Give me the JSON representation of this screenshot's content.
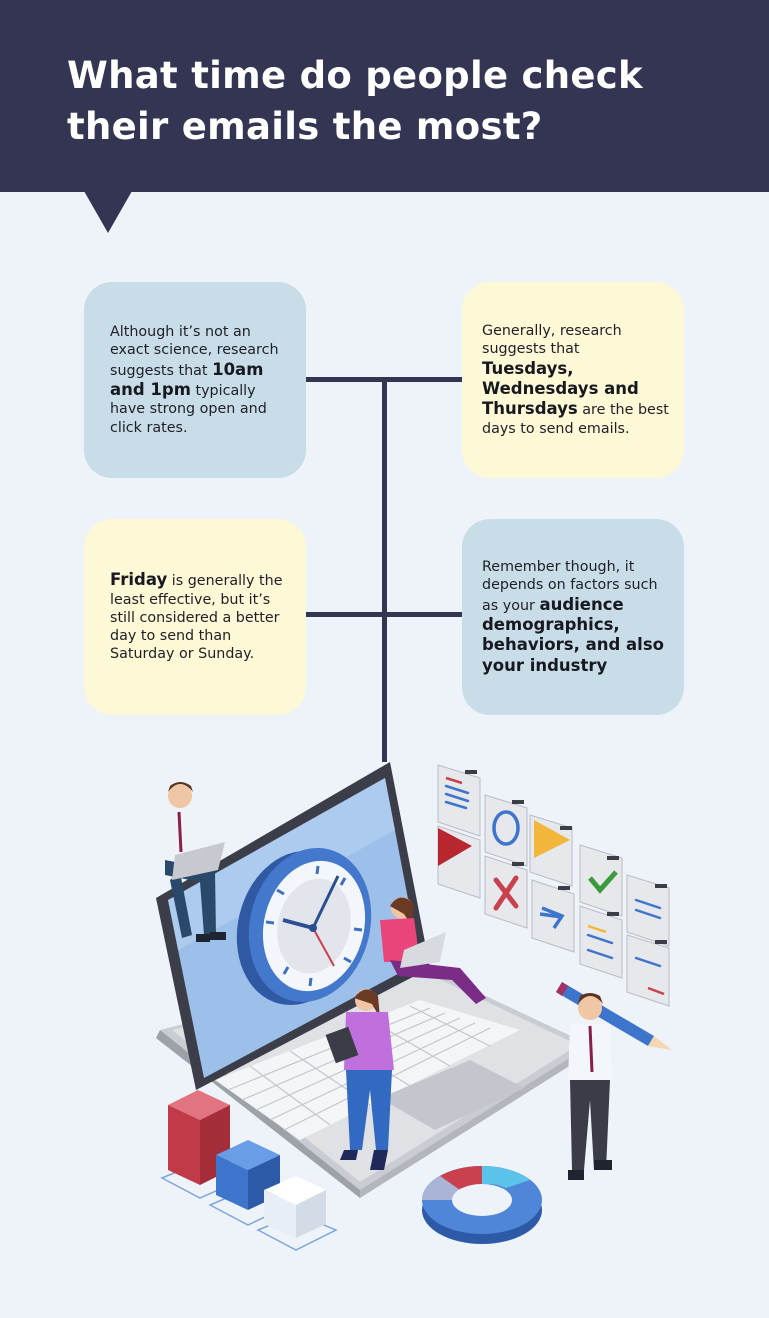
{
  "header": {
    "title": "What time do people check their emails the most?",
    "background_color": "#333552"
  },
  "cards": [
    {
      "color": "#c8dde8",
      "pre": "Although it’s not an exact science, research suggests that ",
      "bold": "10am and 1pm",
      "post": " typically have strong open and click rates."
    },
    {
      "color": "#fdf8d5",
      "pre": "Generally, research suggests that ",
      "bold": "Tuesdays, Wednesdays and Thursdays",
      "post": " are the best days to send emails."
    },
    {
      "color": "#fdf8d5",
      "pre": "",
      "bold": "Friday",
      "post": " is generally the least effective, but it’s still considered a better day to send than Saturday or Sunday."
    },
    {
      "color": "#c8dde8",
      "pre": "Remember though, it depends on factors such as your ",
      "bold": "audience demographics, behaviors, and also your industry",
      "post": ""
    }
  ],
  "illustration": {
    "icons": [
      "laptop-icon",
      "clock-icon",
      "email-tiles-icon",
      "donut-chart-icon",
      "pencil-icon",
      "bar-blocks-icon"
    ],
    "palette": {
      "laptop": "#d6d8dc",
      "screen": "#9cc0ea",
      "clock_ring": "#3f6fbf",
      "red": "#c9404e",
      "blue": "#3e75cc",
      "yellow": "#f1b63a",
      "green": "#3a9b3a"
    }
  }
}
